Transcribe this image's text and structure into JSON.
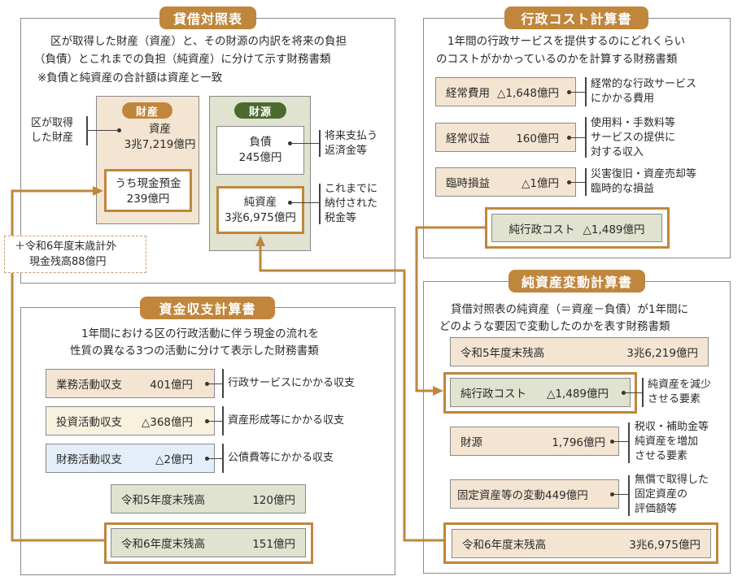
{
  "balance_sheet": {
    "title": "貸借対照表",
    "desc": [
      "区が取得した財産（資産）と、その財源の内訳を将来の負担",
      "（負債）とこれまでの負担（純資産）に分けて示す財務書類",
      "※負債と純資産の合計額は資産と一致"
    ],
    "assets_tag": "財産",
    "sources_tag": "財源",
    "assets_note": [
      "区が取得",
      "した財産"
    ],
    "assets_label": "資産",
    "assets_value": "3兆7,219億円",
    "cash_label": "うち現金預金",
    "cash_value": "239億円",
    "liabilities_label": "負債",
    "liabilities_value": "245億円",
    "liabilities_note": [
      "将来支払う",
      "返済金等"
    ],
    "net_assets_label": "純資産",
    "net_assets_value": "3兆6,975億円",
    "net_assets_note": [
      "これまでに",
      "納付された",
      "税金等"
    ],
    "extra_note": [
      "＋令和6年度末歳計外",
      "現金残高88億円"
    ]
  },
  "cost_statement": {
    "title": "行政コスト計算書",
    "desc": [
      "1年間の行政サービスを提供するのにどれくらい",
      "のコストがかかっているのかを計算する財務書類"
    ],
    "items": [
      {
        "label": "経常費用",
        "value": "△1,648億円",
        "note": [
          "経常的な行政サービス",
          "にかかる費用"
        ]
      },
      {
        "label": "経常収益",
        "value": "160億円",
        "note": [
          "使用料・手数料等",
          "サービスの提供に",
          "対する収入"
        ]
      },
      {
        "label": "臨時損益",
        "value": "△1億円",
        "note": [
          "災害復旧・資産売却等",
          "臨時的な損益"
        ]
      }
    ],
    "net_label": "純行政コスト",
    "net_value": "△1,489億円"
  },
  "cash_flow": {
    "title": "資金収支計算書",
    "desc": [
      "1年間における区の行政活動に伴う現金の流れを",
      "性質の異なる3つの活動に分けて表示した財務書類"
    ],
    "items": [
      {
        "label": "業務活動収支",
        "value": "401億円",
        "note": "行政サービスにかかる収支"
      },
      {
        "label": "投資活動収支",
        "value": "△368億円",
        "note": "資産形成等にかかる収支"
      },
      {
        "label": "財務活動収支",
        "value": "△2億円",
        "note": "公債費等にかかる収支"
      }
    ],
    "prev_label": "令和5年度末残高",
    "prev_value": "120億円",
    "end_label": "令和6年度末残高",
    "end_value": "151億円"
  },
  "net_assets_change": {
    "title": "純資産変動計算書",
    "desc": [
      "貸借対照表の純資産（＝資産－負債）が1年間に",
      "どのような要因で変動したのかを表す財務書類"
    ],
    "prev_label": "令和5年度末残高",
    "prev_value": "3兆6,219億円",
    "items": [
      {
        "label": "純行政コスト",
        "value": "△1,489億円",
        "note": [
          "純資産を減少",
          "させる要素"
        ]
      },
      {
        "label": "財源",
        "value": "1,796億円",
        "note": [
          "税収・補助金等",
          "純資産を増加",
          "させる要素"
        ]
      },
      {
        "label": "固定資産等の変動",
        "value": "449億円",
        "note": [
          "無償で取得した",
          "固定資産の",
          "評価額等"
        ]
      }
    ],
    "end_label": "令和6年度末残高",
    "end_value": "3兆6,975億円"
  },
  "colors": {
    "accent": "#c0863c",
    "tan": "#f4e5d2",
    "green": "#dfe3cf",
    "green_tag": "#4d6a2e",
    "blue": "#e4eef8"
  }
}
